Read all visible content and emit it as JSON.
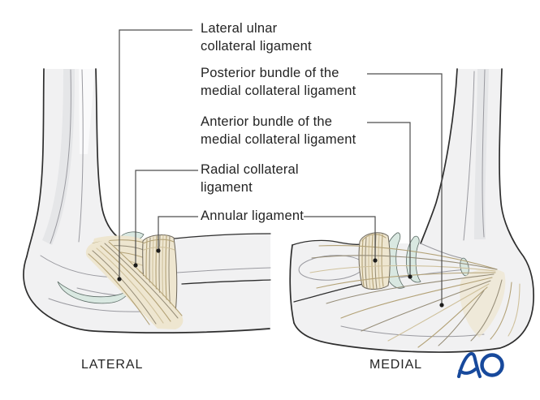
{
  "labels": {
    "lateral_ulnar_collateral_ligament": "Lateral ulnar\ncollateral ligament",
    "posterior_bundle_mcl": "Posterior bundle of the\nmedial collateral ligament",
    "anterior_bundle_mcl": "Anterior bundle of the\nmedial collateral ligament",
    "radial_collateral_ligament": "Radial collateral\nligament",
    "annular_ligament": "Annular ligament"
  },
  "view_captions": {
    "left": "LATERAL",
    "right": "MEDIAL"
  },
  "logo": {
    "text": "AO"
  },
  "colors": {
    "background": "#ffffff",
    "text": "#242424",
    "leader": "#4d4d4d",
    "dot": "#1c1c1c",
    "outline": "#2e2e2e",
    "inner_line": "#9a9aa0",
    "bone": "#f1f1f2",
    "bone_shadow": "#e5e6e8",
    "bone_highlight": "#fafafb",
    "cartilage": "#d9e8e1",
    "cartilage_edge": "#5a6a64",
    "ligament": "#eee6d0",
    "ligament_edge": "#6b655a",
    "fiber_tan": "#b3a277",
    "fiber_tan_light": "#cfc19c",
    "fiber_gray": "#968d78",
    "ao_blue": "#17499c"
  }
}
